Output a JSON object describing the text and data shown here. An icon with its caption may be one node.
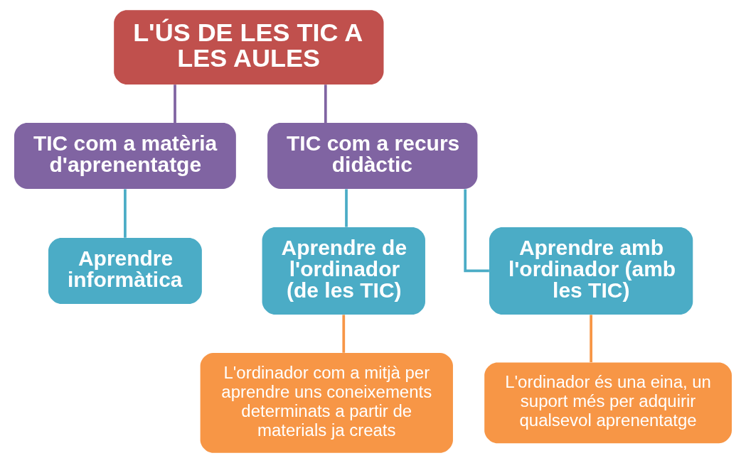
{
  "diagram": {
    "nodes": [
      {
        "text": [
          "L'ÚS DE LES TIC A LES AULES"
        ]
      },
      {
        "text": [
          "TIC com a matèria d'aprenentatge"
        ]
      },
      {
        "text": [
          "TIC com a recurs didàctic"
        ]
      },
      {
        "text": [
          "Aprendre informàtica"
        ]
      },
      {
        "text": [
          "Aprendre de l'ordinador (de les TIC)"
        ]
      },
      {
        "text": [
          "Aprendre amb l'ordinador (amb les TIC)"
        ]
      },
      {
        "text": [
          "L'ordinador com a mitjà per aprendre uns coneixements determinats a partir de materials ja creats"
        ]
      },
      {
        "text": [
          "L'ordinador és una eina, un suport més per adquirir qualsevol aprenentatge"
        ]
      }
    ],
    "edges": [
      {
        "from": 0,
        "to": 1,
        "arrow": "none",
        "color": "#8064a2"
      },
      {
        "from": 0,
        "to": 2,
        "arrow": "none",
        "color": "#8064a2"
      },
      {
        "from": 1,
        "to": 3,
        "arrow": "none",
        "color": "#4bacc6"
      },
      {
        "from": 2,
        "to": 4,
        "arrow": "none",
        "color": "#4bacc6"
      },
      {
        "from": 2,
        "to": 5,
        "arrow": "none",
        "color": "#4bacc6"
      },
      {
        "from": 4,
        "to": 6,
        "arrow": "none",
        "color": "#f79646"
      },
      {
        "from": 5,
        "to": 7,
        "arrow": "none",
        "color": "#f79646"
      }
    ]
  }
}
